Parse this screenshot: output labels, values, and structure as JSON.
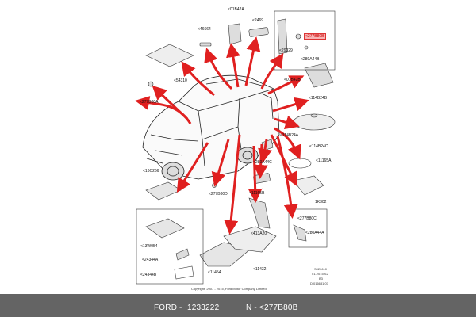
{
  "parts": {
    "p01B42A_top": "<01B42A",
    "p2469": "<2469",
    "p46664": "<46664",
    "p277B80B": "<277B80B",
    "p29329": "<29329",
    "p280A44B": "<280A44B",
    "p54310": "<54310",
    "p01B42B": "<01B42B",
    "p277B80A": "<277B80A",
    "p114B24B": "<114B24B",
    "p114B24A": "<114B24A",
    "p114B24C": "<114B24C",
    "p280A44C": "<280A44C",
    "p11165A": "<11165A",
    "p16C266": "<16C266",
    "p277B80D": "<277B80D",
    "p11165B": "<11165B",
    "p1K302": "1K302",
    "p277B80C": "<277B80C",
    "p280A44A": "<280A44A",
    "p413A20": "<413A20",
    "p13W054": "<13W054",
    "p24344A": "<24344A",
    "p24344B": "<24344B",
    "p11432": "<11432",
    "p11454": "<11454"
  },
  "copyright": "Copyright, 2007 - 2015, Ford Motor Company Limited",
  "ref_codes": [
    "S020610",
    "01-2015 S2",
    "B3",
    "D 016681 07"
  ],
  "footer": {
    "brand": "FORD",
    "sep1": "-",
    "part_number": "1233222",
    "code": "N - <277B80B"
  },
  "colors": {
    "arrow": "#e02020",
    "footer_bg": "#646464",
    "highlight": "#f7b4b4"
  }
}
